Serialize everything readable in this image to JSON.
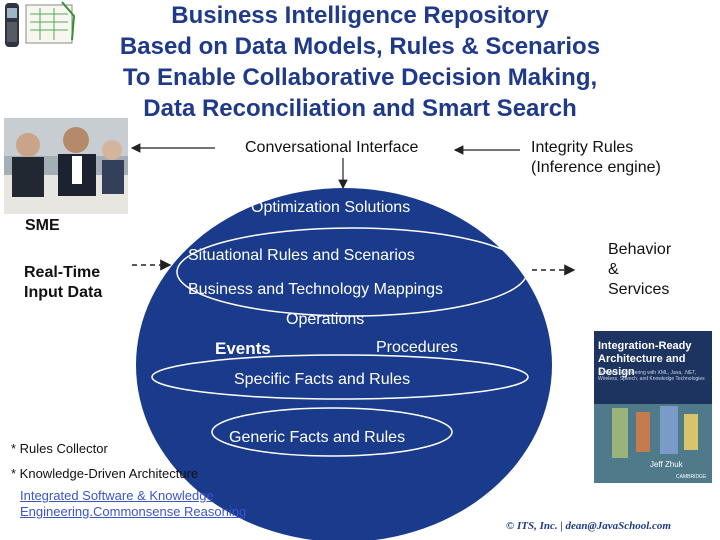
{
  "title_lines": [
    "Business Intelligence Repository",
    "Based on Data Models, Rules & Scenarios",
    "To Enable Collaborative Decision Making,",
    "Data Reconciliation and Smart Search"
  ],
  "conversational_interface": "Conversational Interface",
  "integrity_rules": [
    "Integrity Rules",
    "(Inference engine)"
  ],
  "sme": "SME",
  "realtime_input": [
    "Real-Time",
    "Input Data"
  ],
  "optimization": "Optimization Solutions",
  "situational": "Situational Rules and Scenarios",
  "mappings": "Business and Technology Mappings",
  "behavior": [
    "Behavior",
    "&",
    "Services"
  ],
  "operations": "Operations",
  "events": "Events",
  "procedures": "Procedures",
  "specific_facts": "Specific Facts and Rules",
  "generic_facts": "Generic Facts and Rules",
  "rules_collector": "* Rules Collector",
  "knowledge_arch": "* Knowledge-Driven Architecture",
  "link_lines": [
    "Integrated Software & Knowledge",
    "Engineering.Commonsense Reasoning"
  ],
  "book": {
    "title_lines": [
      "Integration-Ready",
      "Architecture and Design"
    ],
    "subtitle": "Software Engineering with XML, Java, .NET, Wireless, Speech, and Knowledge Technologies",
    "author": "Jeff Zhuk",
    "publisher": "CAMBRIDGE"
  },
  "copyright": "© ITS, Inc. | dean@JavaSchool.com",
  "colors": {
    "title": "#1f3a8a",
    "ellipse": "#1a3a8c",
    "link": "#3b55c9"
  }
}
